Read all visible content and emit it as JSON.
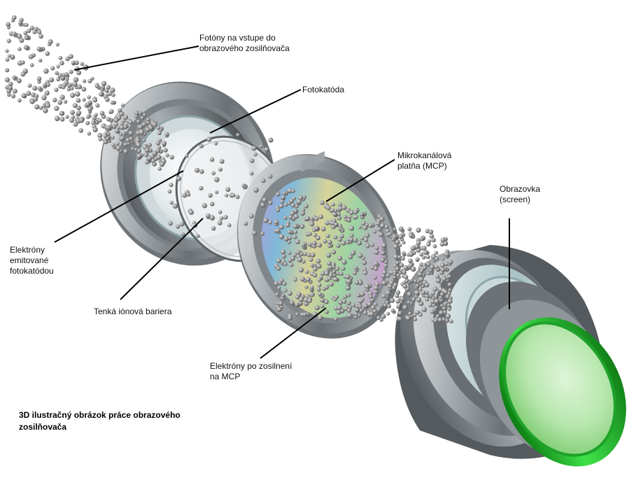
{
  "labels": {
    "photons_in": "Fotóny na vstupe do\nobrazového zosilňovača",
    "photocathode": "Fotokatóda",
    "mcp": "Mikrokanálová\nplatňa (MCP)",
    "screen": "Obrazovka\n(screen)",
    "emitted_electrons": "Elektróny\nemitované\nfotokatódou",
    "ion_barrier": "Tenká iónová bariera",
    "amplified_electrons": "Elektróny po zosilnení\nna MCP"
  },
  "caption": "3D ilustračný obrázok práce obrazového\nzosilňovača",
  "colors": {
    "particle": "#8a8a8a",
    "metal": "#9aa0a4",
    "screen_green": "#22c42e",
    "leader_line": "#000000"
  }
}
